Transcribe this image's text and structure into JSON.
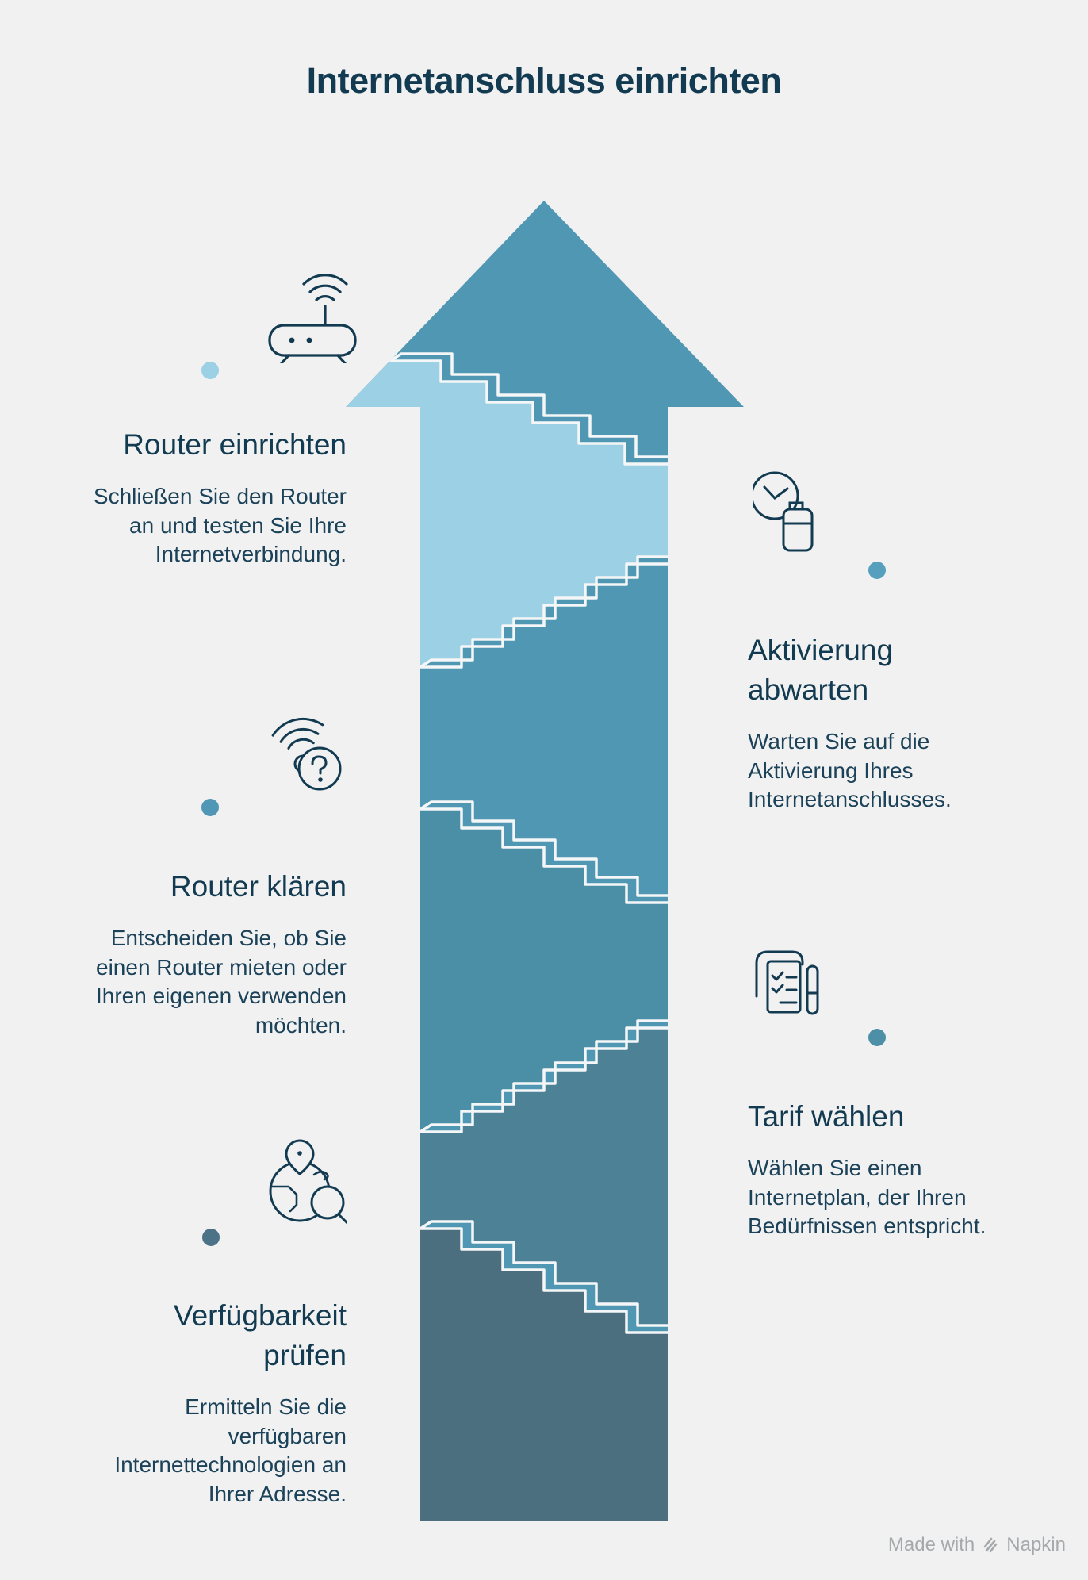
{
  "title": "Internetanschluss einrichten",
  "steps": [
    {
      "id": "router-einrichten",
      "side": "left",
      "icon": "wifi-router-icon",
      "dot_color": "#9bd0e5",
      "heading": "Router einrichten",
      "heading_lines": [
        "Router einrichten"
      ],
      "body": "Schließen Sie den Router an und testen Sie Ihre Internetverbindung.",
      "body_lines": [
        "Schließen Sie den Router",
        "an und testen Sie Ihre",
        "Internetverbindung."
      ]
    },
    {
      "id": "aktivierung-abwarten",
      "side": "right",
      "icon": "clock-battery-icon",
      "dot_color": "#56a0bd",
      "heading": "Aktivierung abwarten",
      "heading_lines": [
        "Aktivierung",
        "abwarten"
      ],
      "body": "Warten Sie auf die Aktivierung Ihres Internetanschlusses.",
      "body_lines": [
        "Warten Sie auf die",
        "Aktivierung Ihres",
        "Internetanschlusses."
      ]
    },
    {
      "id": "router-klaeren",
      "side": "left",
      "icon": "wifi-question-icon",
      "dot_color": "#4f97b4",
      "heading": "Router klären",
      "heading_lines": [
        "Router klären"
      ],
      "body": "Entscheiden Sie, ob Sie einen Router mieten oder Ihren eigenen verwenden möchten.",
      "body_lines": [
        "Entscheiden Sie, ob Sie",
        "einen Router mieten oder",
        "Ihren eigenen verwenden",
        "möchten."
      ]
    },
    {
      "id": "tarif-waehlen",
      "side": "right",
      "icon": "checklist-pen-icon",
      "dot_color": "#4e8fa8",
      "heading": "Tarif wählen",
      "heading_lines": [
        "Tarif wählen"
      ],
      "body": "Wählen Sie einen Internetplan, der Ihren Bedürfnissen entspricht.",
      "body_lines": [
        "Wählen Sie einen",
        "Internetplan, der Ihren",
        "Bedürfnissen entspricht."
      ]
    },
    {
      "id": "verfuegbarkeit-pruefen",
      "side": "left",
      "icon": "globe-search-icon",
      "dot_color": "#4b7287",
      "heading": "Verfügbarkeit prüfen",
      "heading_lines": [
        "Verfügbarkeit",
        "prüfen"
      ],
      "body": "Ermitteln Sie die verfügbaren Internettechnologien an Ihrer Adresse.",
      "body_lines": [
        "Ermitteln Sie die",
        "verfügbaren",
        "Internettechnologien an",
        "Ihrer Adresse."
      ]
    }
  ],
  "arrow": {
    "band_colors_top_to_bottom": [
      "#4f97b3",
      "#9bd0e5",
      "#4f97b3",
      "#4a8fa6",
      "#4d8196",
      "#4b6f7f"
    ],
    "stair_outline_color": "#f4f6f7"
  },
  "colors": {
    "background": "#f1f1f2",
    "heading_text": "#123a50",
    "body_text": "#1b4258",
    "icon_stroke": "#123a50",
    "footer_text": "#a6a9ab"
  },
  "footer": {
    "made_with": "Made with",
    "brand": "Napkin"
  }
}
